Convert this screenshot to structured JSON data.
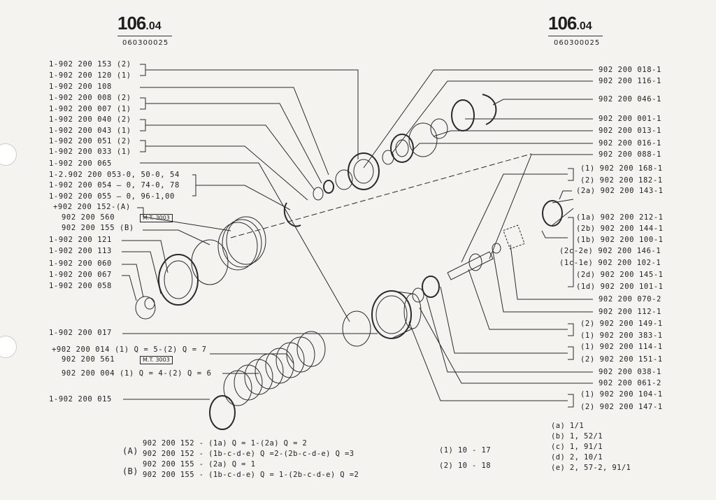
{
  "header": {
    "left": {
      "number": "106",
      "suffix": ".04",
      "code": "060300025"
    },
    "right": {
      "number": "106",
      "suffix": ".04",
      "code": "060300025"
    }
  },
  "left_labels": [
    "1-902 200 153 (2)",
    "1-902 200 120 (1)",
    "1-902 200 108",
    "1-902 200 008 (2)",
    "1-902 200 007 (1)",
    "1-902 200 040 (2)",
    "1-902 200 043 (1)",
    "1-902 200 051 (2)",
    "1-902 200 033 (1)",
    "1-902 200 065",
    "1-2.902 200 053-0, 50-0, 54",
    "1-902 200 054 — 0, 74-0, 78",
    "1-902 200 055 — 0, 96-1,00",
    "+902 200 152-(A)",
    "902 200 560",
    "902 200 155 (B)",
    "1-902 200 121",
    "1-902 200 113",
    "1-902 200 060",
    "1-902 200 067",
    "1-902 200 058"
  ],
  "mt_box": "M.T. 3003",
  "left_lower_labels": [
    "1-902 200 017",
    "+902 200 014 (1) Q = 5-(2) Q = 7",
    "902 200 561",
    "902 200 004 (1) Q = 4-(2) Q = 6",
    "1-902 200 015"
  ],
  "right_labels": [
    "902 200 018-1",
    "902 200 116-1",
    "902 200 046-1",
    "902 200 001-1",
    "902 200 013-1",
    "902 200 016-1",
    "902 200 088-1",
    "(1) 902 200 168-1",
    "(2) 902 200 182-1",
    "(2a) 902 200 143-1",
    "(1a) 902 200 212-1",
    "(2b) 902 200 144-1",
    "(1b) 902 200 100-1",
    "(2c-2e) 902 200 146-1",
    "(1c-1e) 902 200 102-1",
    "(2d) 902 200 145-1",
    "(1d) 902 200 101-1",
    "902 200 070-2",
    "902 200 112-1",
    "(2) 902 200 149-1",
    "(1) 902 200 383-1",
    "(1) 902 200 114-1",
    "(2) 902 200 151-1",
    "902 200 038-1",
    "902 200 061-2",
    "(1) 902 200 104-1",
    "(2) 902 200 147-1"
  ],
  "footnotes": {
    "A_letter": "(A)",
    "A1": "902 200 152 - (1a) Q = 1-(2a) Q = 2",
    "A2": "902 200 152 - (1b-c-d-e) Q =2-(2b-c-d-e) Q =3",
    "B_letter": "(B)",
    "B1": "902 200 155 - (2a) Q = 1",
    "B2": "902 200 155 - (1b-c-d-e) Q = 1-(2b-c-d-e) Q =2",
    "ranges": [
      "(1) 10 - 17",
      "(2) 10 - 18"
    ],
    "ratios": [
      "(a) 1/1",
      "(b) 1, 52/1",
      "(c) 1, 91/1",
      "(d) 2, 10/1",
      "(e) 2, 57-2, 91/1"
    ]
  }
}
